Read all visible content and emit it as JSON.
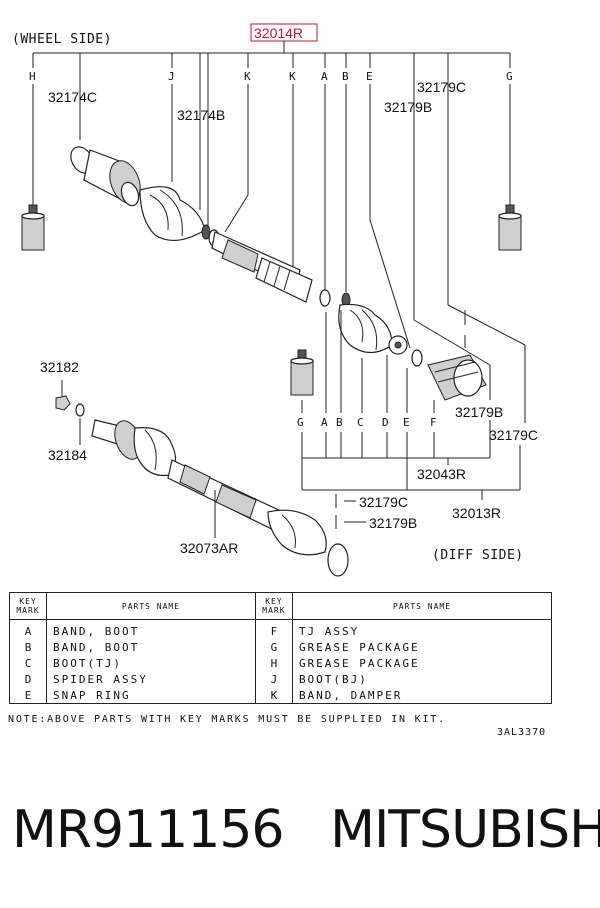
{
  "diagram": {
    "wheel_side": "(WHEEL SIDE)",
    "diff_side": "(DIFF SIDE)",
    "main_part": "32014R",
    "top_keys": [
      "H",
      "J",
      "K",
      "K",
      "A",
      "B",
      "E",
      "G"
    ],
    "bottom_keys": [
      "G",
      "A",
      "B",
      "C",
      "D",
      "E",
      "F"
    ],
    "part_numbers": {
      "p32174C": "32174C",
      "p32174B": "32174B",
      "p32179C_top": "32179C",
      "p32179B_top": "32179B",
      "p32182": "32182",
      "p32184": "32184",
      "p32179B_right": "32179B",
      "p32179C_right": "32179C",
      "p32043R": "32043R",
      "p32179C_bottom": "32179C",
      "p32013R": "32013R",
      "p32179B_bottom": "32179B",
      "p32073AR": "32073AR"
    }
  },
  "legend": {
    "header_key": "KEY\nMARK",
    "header_key_line1": "KEY",
    "header_key_line2": "MARK",
    "header_name": "PARTS NAME",
    "rows": [
      {
        "k1": "A",
        "n1": "BAND, BOOT",
        "k2": "F",
        "n2": "TJ ASSY"
      },
      {
        "k1": "B",
        "n1": "BAND, BOOT",
        "k2": "G",
        "n2": "GREASE PACKAGE"
      },
      {
        "k1": "C",
        "n1": "BOOT(TJ)",
        "k2": "H",
        "n2": "GREASE PACKAGE"
      },
      {
        "k1": "D",
        "n1": "SPIDER ASSY",
        "k2": "J",
        "n2": "BOOT(BJ)"
      },
      {
        "k1": "E",
        "n1": "SNAP RING",
        "k2": "K",
        "n2": "BAND, DAMPER"
      }
    ],
    "note": "NOTE:ABOVE PARTS WITH KEY MARKS MUST BE SUPPLIED IN KIT.",
    "code": "3AL3370"
  },
  "footer": {
    "part_number": "MR911156",
    "brand": "MITSUBISHI"
  }
}
